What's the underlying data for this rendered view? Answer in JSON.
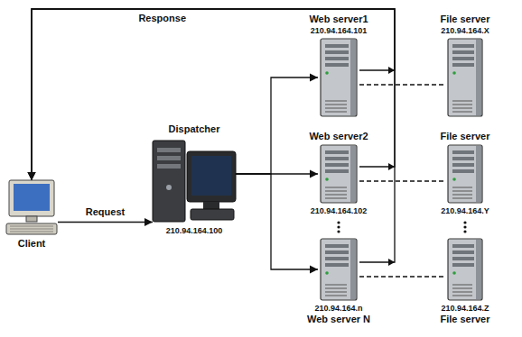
{
  "diagram": {
    "nodes": [
      {
        "text": [
          "Client"
        ]
      },
      {
        "text": [
          "Dispatcher",
          "210.94.164.100"
        ]
      },
      {
        "text": [
          "Web server1",
          "210.94.164.101"
        ]
      },
      {
        "text": [
          "Web server2",
          "210.94.164.102"
        ]
      },
      {
        "text": [
          "210.94.164.n",
          "Web server N"
        ]
      },
      {
        "text": [
          "File server",
          "210.94.164.X"
        ]
      },
      {
        "text": [
          "File server",
          "210.94.164.Y"
        ]
      },
      {
        "text": [
          "210.94.164.Z",
          "File server"
        ]
      }
    ],
    "edges": [
      {
        "from": 0,
        "to": 1,
        "arrow": "to",
        "label": "Request"
      },
      {
        "from": 1,
        "to": 2,
        "arrow": "to"
      },
      {
        "from": 1,
        "to": 3,
        "arrow": "to"
      },
      {
        "from": 1,
        "to": 4,
        "arrow": "to"
      },
      {
        "from": 2,
        "to": 0,
        "arrow": "to",
        "label": "Response"
      },
      {
        "from": 3,
        "to": 0,
        "arrow": "to"
      },
      {
        "from": 4,
        "to": 0,
        "arrow": "to"
      },
      {
        "from": 2,
        "to": 5,
        "arrow": "none"
      },
      {
        "from": 3,
        "to": 6,
        "arrow": "none"
      },
      {
        "from": 4,
        "to": 7,
        "arrow": "none"
      }
    ]
  }
}
